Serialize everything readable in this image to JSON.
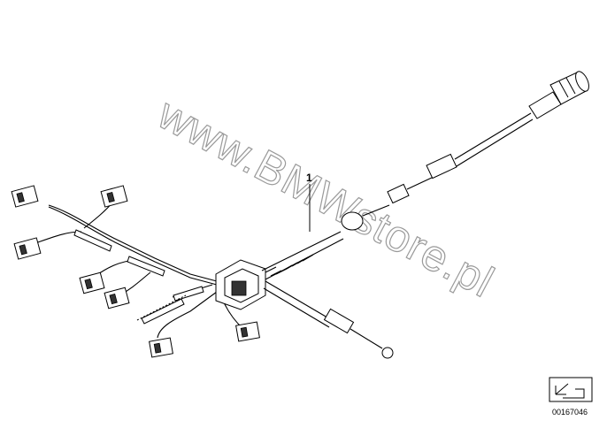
{
  "diagram": {
    "part_number_label": "1",
    "watermark_text": "www.BMWstore.pl",
    "image_number": "00167046",
    "colors": {
      "line": "#000000",
      "watermark": "#9a9a9a",
      "background": "#ffffff"
    }
  }
}
